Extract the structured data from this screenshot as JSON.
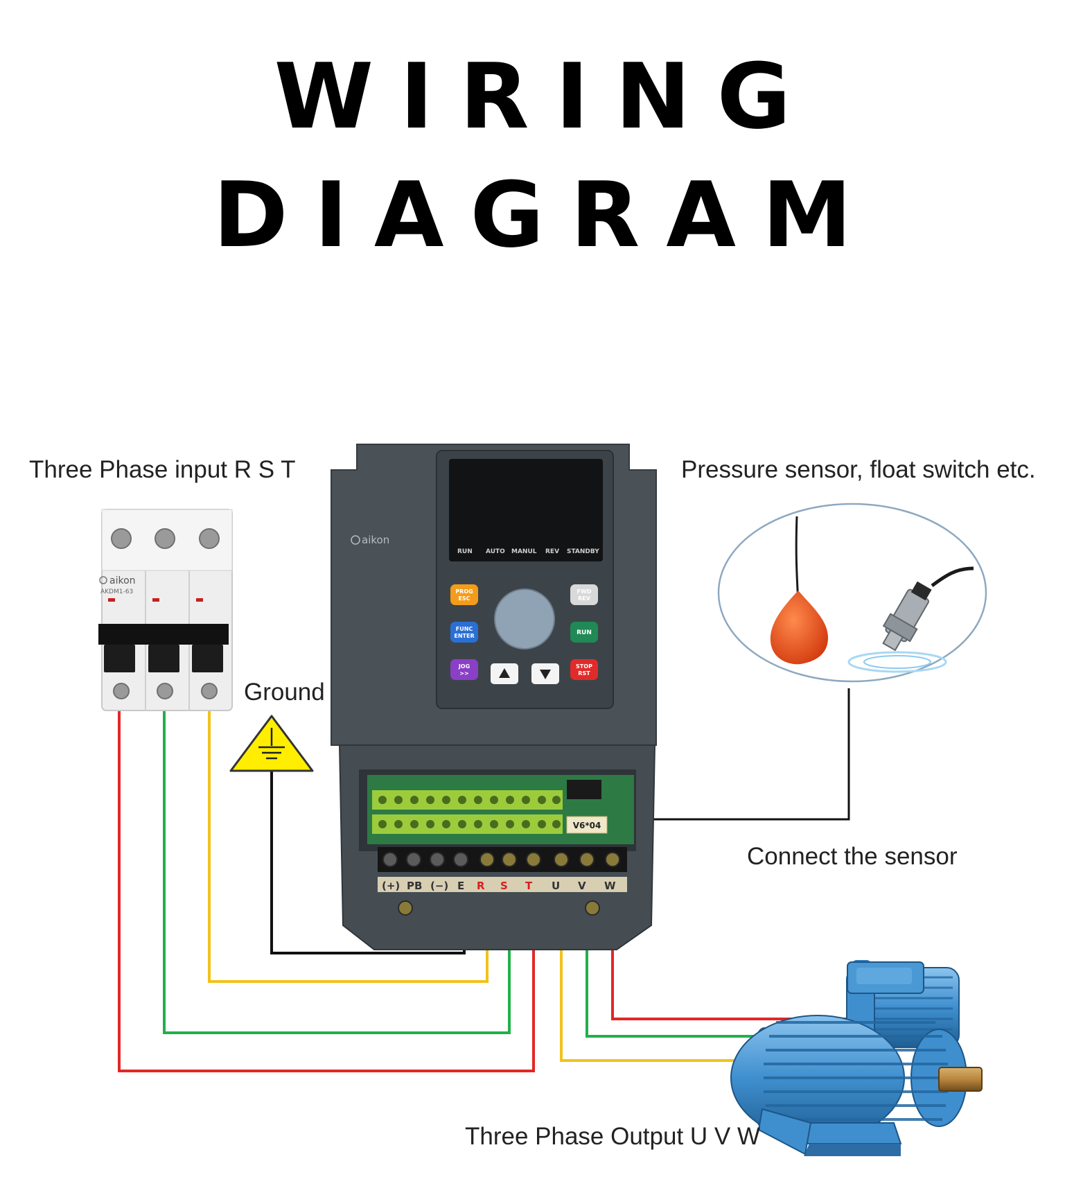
{
  "title": {
    "line1": "WIRING",
    "line2": "DIAGRAM"
  },
  "labels": {
    "input": "Three Phase input R S T",
    "sensor_title": "Pressure sensor, float switch etc.",
    "ground": "Ground",
    "connect": "Connect the sensor",
    "output": "Three Phase Output U V W"
  },
  "breaker": {
    "brand": "aikon",
    "model": "AKDM1-63"
  },
  "vfd": {
    "brand": "aikon",
    "indicators": [
      "RUN",
      "AUTO",
      "MANUL",
      "REV",
      "STANDBY"
    ],
    "keys": {
      "prog": [
        "PROG",
        "ESC"
      ],
      "func": [
        "FUNC",
        "ENTER"
      ],
      "jog": [
        "JOG",
        ">>"
      ],
      "fwd": [
        "FWD",
        "REV"
      ],
      "run": "RUN",
      "stop": [
        "STOP",
        "RST"
      ]
    },
    "terminals": [
      "(+)",
      "PB",
      "(−)",
      "E",
      "R",
      "S",
      "T",
      "U",
      "V",
      "W"
    ],
    "board_label": "V6*04"
  },
  "wire_colors": {
    "r": "#e32626",
    "s": "#22b04b",
    "t": "#f2c21b",
    "ground": "#111111",
    "sensor": "#111111"
  }
}
